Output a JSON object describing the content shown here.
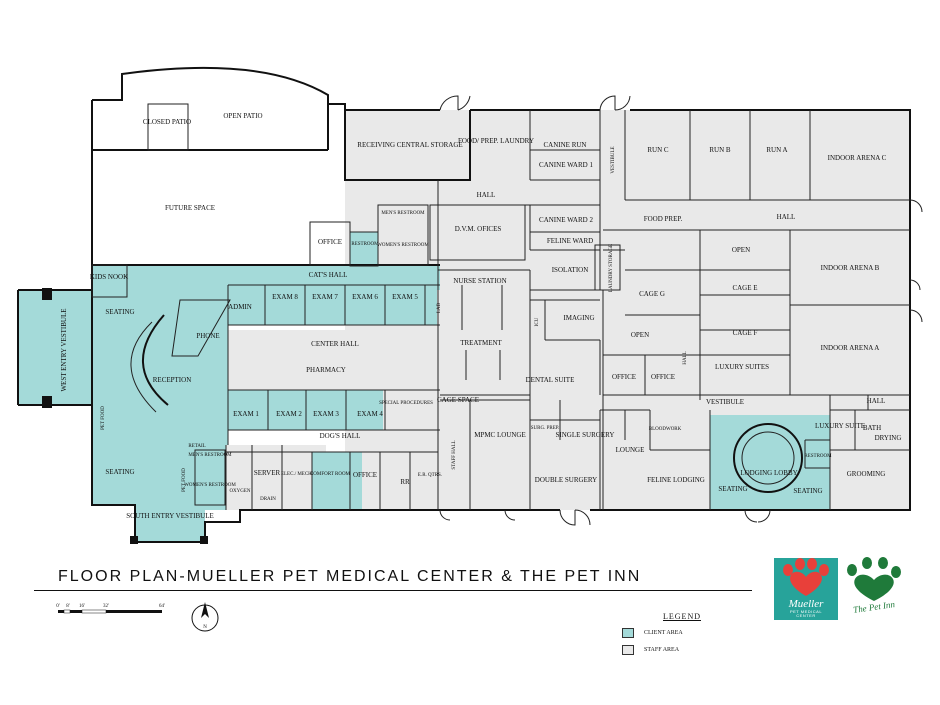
{
  "title": "FLOOR PLAN-MUELLER PET MEDICAL CENTER & THE PET INN",
  "legend": {
    "title": "LEGEND",
    "client_label": "CLIENT AREA",
    "staff_label": "STAFF AREA",
    "client_color": "#a4dad9",
    "staff_color": "#e9e9e9"
  },
  "scale": {
    "ticks": [
      "0'",
      "8'",
      "16'",
      "32'",
      "64'"
    ]
  },
  "north_label": "N",
  "logos": {
    "mueller": {
      "brand": "Mueller",
      "sub_line1": "PET MEDICAL",
      "sub_line2": "CENTER",
      "color": "#27a39a",
      "heart_color": "#e8403a"
    },
    "petinn": {
      "name": "The Pet Inn",
      "color": "#1f7a3a"
    }
  },
  "rooms": {
    "closed_patio": "CLOSED PATIO",
    "open_patio": "OPEN PATIO",
    "future_space": "FUTURE SPACE",
    "receiving": "RECEIVING CENTRAL STORAGE",
    "food_prep_laundry": "FOOD/ PREP. LAUNDRY",
    "canine_run": "CANINE RUN",
    "canine_ward_1": "CANINE WARD 1",
    "vestibule_top": "VESTIBULE",
    "run_c": "RUN C",
    "run_b": "RUN B",
    "run_a": "RUN A",
    "indoor_arena_c": "INDOOR ARENA C",
    "hall_top": "HALL",
    "food_prep_right": "FOOD PREP.",
    "hall_right_top": "HALL",
    "office_left": "OFFICE",
    "mens_restroom": "MEN'S RESTROOM",
    "womens_restroom": "WOMEN'S RESTROOM",
    "dvm_offices": "D.V.M. OFICES",
    "canine_ward_2": "CANINE WARD 2",
    "feline_ward": "FELINE WARD",
    "isolation": "ISOLATION",
    "laundry_storage": "LAUNDRY STORAGE",
    "open_right": "OPEN",
    "indoor_arena_b": "INDOOR ARENA B",
    "kids_nook": "KIDS NOOK",
    "cats_hall": "CAT'S HALL",
    "nurse_station": "NURSE STATION",
    "cage_g": "CAGE G",
    "cage_e": "CAGE E",
    "west_entry": "WEST ENTRY VESTIBULE",
    "seating_top": "SEATING",
    "admin": "ADMIN",
    "exam_8": "EXAM 8",
    "exam_7": "EXAM 7",
    "exam_6": "EXAM 6",
    "exam_5": "EXAM 5",
    "lab": "LAB",
    "icu": "ICU",
    "imaging": "IMAGING",
    "open_mid": "OPEN",
    "cage_f": "CAGE F",
    "indoor_arena_a": "INDOOR ARENA A",
    "phone": "PHONE",
    "center_hall": "CENTER HALL",
    "treatment": "TREATMENT",
    "pharmacy": "PHARMACY",
    "reception": "RECEPTION",
    "dental_suite": "DENTAL SUITE",
    "office_mid1": "OFFICE",
    "office_mid2": "OFFICE",
    "hall_mid": "HALL",
    "luxury_suites": "LUXURY SUITES",
    "special_procedures": "SPECIAL PROCEDURES",
    "cage_space": "CAGE SPACE",
    "vestibule_mid": "VESTIBULE",
    "hall_right": "HALL",
    "exam_1": "EXAM 1",
    "exam_2": "EXAM 2",
    "exam_3": "EXAM 3",
    "exam_4": "EXAM 4",
    "mpmc_lounge": "MPMC LOUNGE",
    "surg_prep": "SURG. PREP.",
    "single_surgery": "SINGLE SURGERY",
    "luxury_suite": "LUXURY SUITE",
    "bath": "BATH",
    "drying": "DRYING",
    "dogs_hall": "DOG'S HALL",
    "staff_hall": "STAFF HALL",
    "lounge": "LOUNGE",
    "seating_left": "SEATING",
    "server": "SERVER",
    "elec_mech": "ELEC./ MECH.",
    "comfort_room": "COMFORT ROOM",
    "office_bottom": "OFFICE",
    "er_qtrs": "E.R. QTRS.",
    "rr": "RR",
    "double_surgery": "DOUBLE SURGERY",
    "feline_lodging": "FELINE LODGING",
    "lodging_lobby": "LODGING LOBBY",
    "grooming": "GROOMING",
    "seating_lobby_left": "SEATING",
    "seating_lobby_right": "SEATING",
    "south_entry": "SOUTH ENTRY VESTIBULE",
    "retail": "RETAIL",
    "pet_food": "PET FOOD",
    "oxygen": "OXYGEN",
    "restroom_small": "RESTROOM",
    "restroom_lobby": "RESTROOM",
    "mens_restroom_small": "MEN'S RESTROOM",
    "womens_restroom_small": "WOMEN'S RESTROOM",
    "pet_food_side": "PET FOOD",
    "bloodwork": "BLOODWORK",
    "bed_sink": "DRAIN"
  }
}
